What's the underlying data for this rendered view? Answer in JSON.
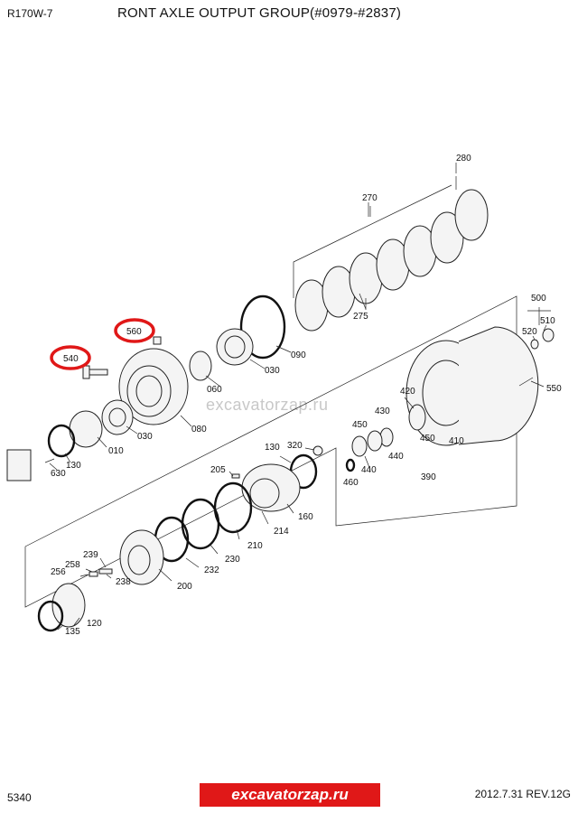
{
  "header": {
    "model": "R170W-7",
    "title": "RONT AXLE OUTPUT GROUP(#0979-#2837)"
  },
  "footer": {
    "page": "5340",
    "revision": "2012.7.31  REV.12G",
    "brand": "excavatorzap.ru"
  },
  "watermark": "excavatorzap.ru",
  "parts": {
    "p280": "280",
    "p270": "270",
    "p275": "275",
    "p090": "090",
    "p030a": "030",
    "p060": "060",
    "p560": "560",
    "p540": "540",
    "p080": "080",
    "p030b": "030",
    "p010": "010",
    "p130a": "130",
    "p630": "630",
    "p500": "500",
    "p510": "510",
    "p520": "520",
    "p550": "550",
    "p420": "420",
    "p430": "430",
    "p450a": "450",
    "p450b": "450",
    "p440a": "440",
    "p440b": "440",
    "p460": "460",
    "p410": "410",
    "p390": "390",
    "p130b": "130",
    "p320": "320",
    "p205": "205",
    "p214": "214",
    "p160": "160",
    "p210": "210",
    "p230": "230",
    "p232": "232",
    "p200": "200",
    "p239": "239",
    "p258": "258",
    "p256": "256",
    "p238": "238",
    "p120": "120",
    "p135": "135"
  },
  "highlighted_parts": [
    "560",
    "540"
  ],
  "colors": {
    "highlight": "#e01818",
    "brand_bg": "#e01818",
    "watermark": "#c8c8c8"
  }
}
